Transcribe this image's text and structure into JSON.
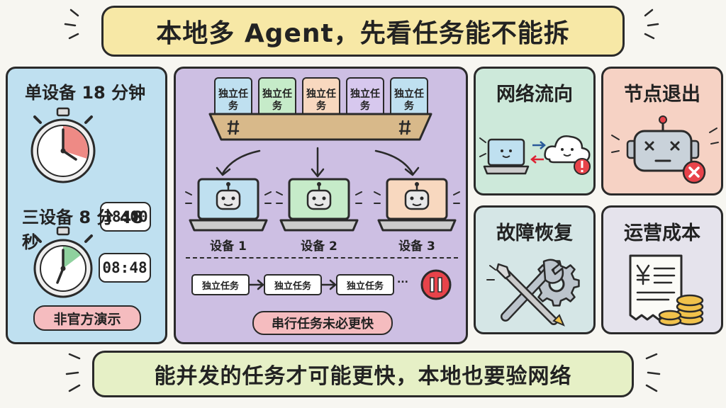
{
  "title": "本地多 Agent，先看任务能不能拆",
  "footer": "能并发的任务才可能更快，本地也要验网络",
  "left": {
    "single_heading": "单设备 18 分钟",
    "single_time": "18:00",
    "single_progress": 0.3,
    "triple_heading": "三设备 8 分 48 秒",
    "triple_time": "08:48",
    "triple_progress": 0.147,
    "badge": "非官方演示"
  },
  "center": {
    "cards": [
      {
        "label": "独立任务",
        "color": "#bfe0f0"
      },
      {
        "label": "独立任务",
        "color": "#c6ebc9"
      },
      {
        "label": "独立任务",
        "color": "#f8d8bf"
      },
      {
        "label": "独立任务",
        "color": "#d7c8ee"
      },
      {
        "label": "独立任务",
        "color": "#bfe0f0"
      }
    ],
    "devices": [
      {
        "label": "设备 1",
        "color": "#bfe0f0"
      },
      {
        "label": "设备 2",
        "color": "#c6ebc9"
      },
      {
        "label": "设备 3",
        "color": "#f8d8bf"
      }
    ],
    "chain": [
      "独立任务",
      "独立任务",
      "独立任务"
    ],
    "chain_ellipsis": "...",
    "serial_label": "串行任务未必更快"
  },
  "panels": {
    "network": "网络流向",
    "node_exit": "节点退出",
    "recovery": "故障恢复",
    "cost": "运营成本"
  },
  "colors": {
    "alert_red": "#e8434a",
    "clock_red": "#ee8a85",
    "clock_green": "#8fd19e",
    "coin": "#f1c24b"
  }
}
